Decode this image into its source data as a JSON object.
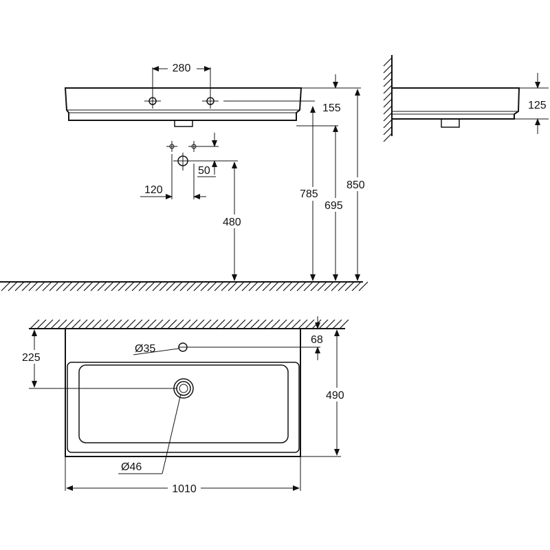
{
  "front_view": {
    "dim_tap_spacing": "280",
    "dim_basin_height": "155",
    "dim_rim_to_floor": "785",
    "dim_underside_to_floor": "695",
    "dim_total_height": "850",
    "dim_supply_offset": "120",
    "dim_drain_offset": "50",
    "dim_supply_height": "480"
  },
  "side_view": {
    "dim_side_height": "125"
  },
  "top_view": {
    "dim_drain_from_wall": "225",
    "dim_overflow_diameter": "Ø35",
    "dim_tap_hole_from_wall": "68",
    "dim_depth": "490",
    "dim_drain_diameter": "Ø46",
    "dim_width": "1010"
  }
}
